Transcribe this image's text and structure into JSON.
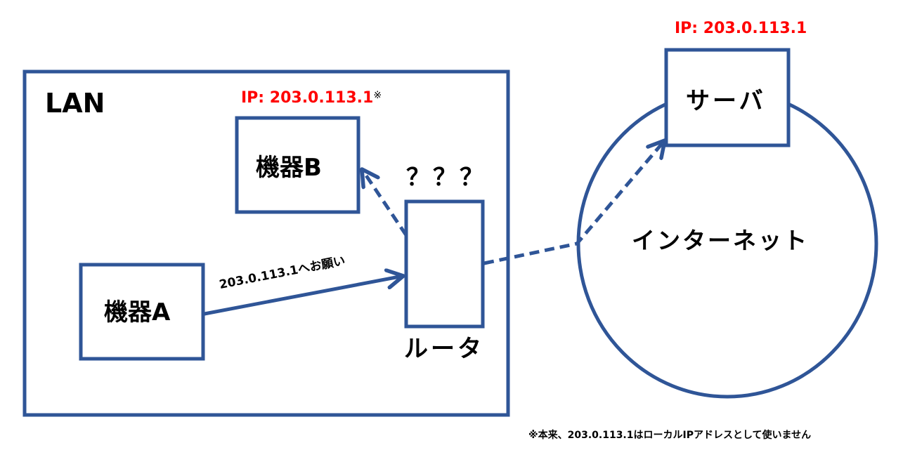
{
  "colors": {
    "stroke": "#2f5597",
    "ip_text": "#ff0000",
    "text": "#000000",
    "background": "#ffffff"
  },
  "lan": {
    "label": "LAN"
  },
  "device_b": {
    "label": "機器B",
    "ip": "IP: 203.0.113.1",
    "note_mark": "※"
  },
  "device_a": {
    "label": "機器A"
  },
  "router": {
    "label": "ルータ",
    "question": "？？？"
  },
  "request_arrow": {
    "label": "203.0.113.1へお願い"
  },
  "internet": {
    "label": "インターネット"
  },
  "server": {
    "label": "サーバ",
    "ip": "IP: 203.0.113.1"
  },
  "footnote": {
    "text": "※本来、203.0.113.1はローカルIPアドレスとして使いません"
  }
}
